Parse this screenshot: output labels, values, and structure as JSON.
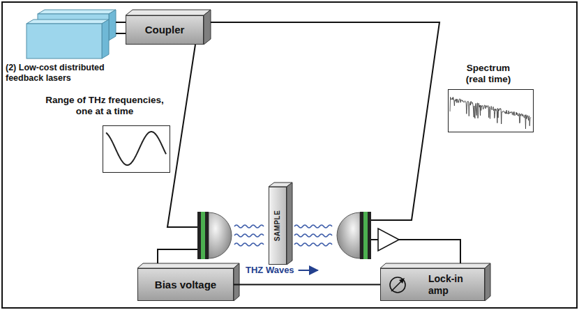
{
  "diagram": {
    "nodes": [
      {
        "text": [
          "(2) Low-cost distributed feedback lasers"
        ]
      },
      {
        "text": [
          "Coupler"
        ]
      },
      {
        "text": [
          "Range of THz frequencies, one at a time"
        ]
      },
      {
        "text": [
          "Spectrum (real time)"
        ]
      },
      {
        "text": [
          "SAMPLE"
        ]
      },
      {
        "text": [
          "Bias voltage"
        ]
      },
      {
        "text": [
          "Lock-in amp"
        ]
      }
    ],
    "edges": [
      {
        "from": 0,
        "to": 1,
        "arrow": "none"
      },
      {
        "from": 0,
        "to": 1,
        "arrow": "none"
      },
      {
        "from": 5,
        "to": 6,
        "arrow": "none"
      }
    ],
    "labels": [
      "THZ Waves"
    ]
  }
}
